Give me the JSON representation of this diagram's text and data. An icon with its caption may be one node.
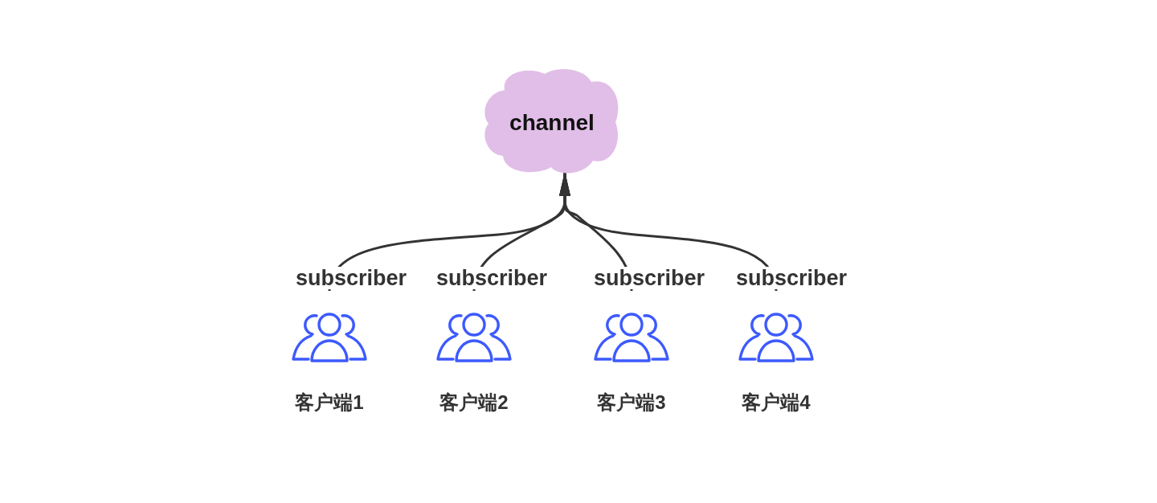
{
  "diagram": {
    "nodes": [
      {
        "text": [
          "channel"
        ]
      },
      {
        "text": [
          "客户端1"
        ]
      },
      {
        "text": [
          "客户端2"
        ]
      },
      {
        "text": [
          "客户端3"
        ]
      },
      {
        "text": [
          "客户端4"
        ]
      }
    ],
    "edges": [
      {
        "from": 1,
        "to": 0,
        "arrow": "to",
        "label": "subscriber"
      },
      {
        "from": 2,
        "to": 0,
        "arrow": "to",
        "label": "subscriber"
      },
      {
        "from": 3,
        "to": 0,
        "arrow": "to",
        "label": "subscriber"
      },
      {
        "from": 4,
        "to": 0,
        "arrow": "to",
        "label": "subscriber"
      }
    ]
  }
}
